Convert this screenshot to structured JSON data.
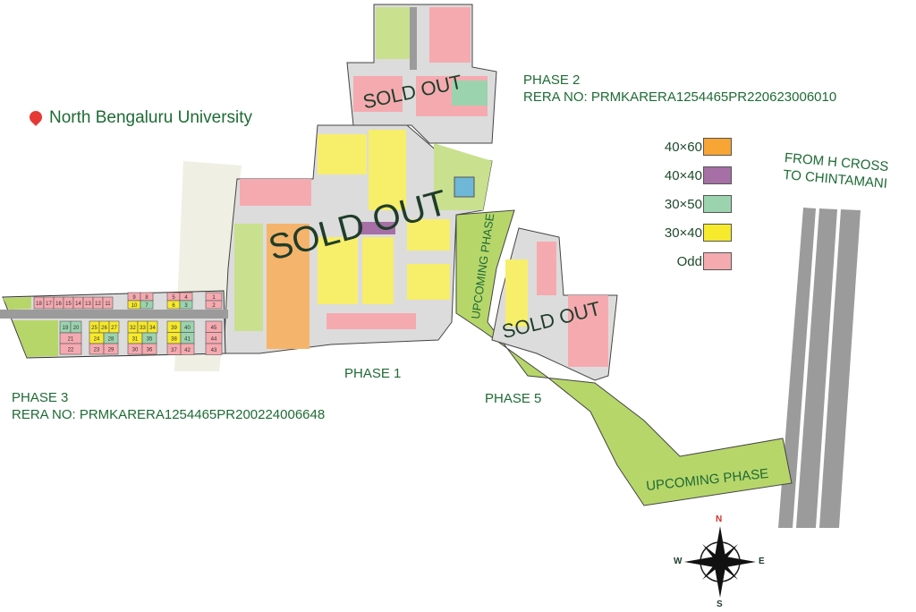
{
  "location": {
    "icon": "map-pin-icon",
    "name": "North Bengaluru University"
  },
  "phases": {
    "phase1": {
      "title": "PHASE 1"
    },
    "phase2": {
      "title": "PHASE 2",
      "rera": "RERA NO: PRMKARERA1254465PR220623006010"
    },
    "phase3": {
      "title": "PHASE 3",
      "rera": "RERA NO: PRMKARERA1254465PR200224006648"
    },
    "phase5": {
      "title": "PHASE 5"
    }
  },
  "stamps": {
    "sold_out": "SOLD OUT",
    "upcoming": "UPCOMING PHASE"
  },
  "road_label": {
    "line1": "FROM H CROSS",
    "line2": "TO CHINTAMANI"
  },
  "legend": [
    {
      "label": "40×60",
      "color": "#f7a534"
    },
    {
      "label": "40×40",
      "color": "#a66fa5"
    },
    {
      "label": "30×50",
      "color": "#9bd3ae"
    },
    {
      "label": "30×40",
      "color": "#f7e92c"
    },
    {
      "label": "Odd",
      "color": "#f5aab0"
    }
  ],
  "compass": {
    "n": "N",
    "s": "S",
    "e": "E",
    "w": "W"
  },
  "colors": {
    "green_area": "#b7d66a",
    "road": "#9b9b9b",
    "text": "#1e6b35"
  },
  "phase3_plots": {
    "top_row": [
      {
        "n": "18",
        "t": "odd"
      },
      {
        "n": "17",
        "t": "odd"
      },
      {
        "n": "16",
        "t": "odd"
      },
      {
        "n": "15",
        "t": "odd"
      },
      {
        "n": "14",
        "t": "odd"
      },
      {
        "n": "13",
        "t": "odd"
      },
      {
        "n": "12",
        "t": "odd"
      },
      {
        "n": "11",
        "t": "odd"
      }
    ],
    "block_a": [
      {
        "n": "9",
        "t": "odd"
      },
      {
        "n": "8",
        "t": "odd"
      },
      {
        "n": "10",
        "t": "30x40"
      },
      {
        "n": "7",
        "t": "30x50"
      }
    ],
    "block_b": [
      {
        "n": "5",
        "t": "odd"
      },
      {
        "n": "4",
        "t": "odd"
      },
      {
        "n": "6",
        "t": "30x40"
      },
      {
        "n": "3",
        "t": "30x50"
      }
    ],
    "block_c": [
      {
        "n": "1",
        "t": "odd"
      },
      {
        "n": "2",
        "t": "odd"
      }
    ],
    "bottom_1": [
      {
        "n": "19",
        "t": "30x50"
      },
      {
        "n": "20",
        "t": "30x50"
      },
      {
        "n": "21",
        "t": "odd"
      },
      {
        "n": "22",
        "t": "odd"
      }
    ],
    "bottom_2": [
      {
        "n": "25",
        "t": "30x40"
      },
      {
        "n": "26",
        "t": "30x40"
      },
      {
        "n": "27",
        "t": "30x40"
      },
      {
        "n": "24",
        "t": "30x40"
      },
      {
        "n": "28",
        "t": "30x50"
      },
      {
        "n": "23",
        "t": "odd"
      },
      {
        "n": "29",
        "t": "odd"
      }
    ],
    "bottom_3": [
      {
        "n": "32",
        "t": "30x40"
      },
      {
        "n": "33",
        "t": "30x40"
      },
      {
        "n": "34",
        "t": "30x40"
      },
      {
        "n": "31",
        "t": "30x40"
      },
      {
        "n": "35",
        "t": "30x50"
      },
      {
        "n": "30",
        "t": "odd"
      },
      {
        "n": "36",
        "t": "odd"
      }
    ],
    "bottom_4": [
      {
        "n": "39",
        "t": "30x40"
      },
      {
        "n": "40",
        "t": "30x50"
      },
      {
        "n": "38",
        "t": "30x40"
      },
      {
        "n": "41",
        "t": "30x50"
      },
      {
        "n": "37",
        "t": "odd"
      },
      {
        "n": "42",
        "t": "odd"
      }
    ],
    "bottom_5": [
      {
        "n": "45",
        "t": "odd"
      },
      {
        "n": "44",
        "t": "odd"
      },
      {
        "n": "43",
        "t": "odd"
      }
    ]
  }
}
